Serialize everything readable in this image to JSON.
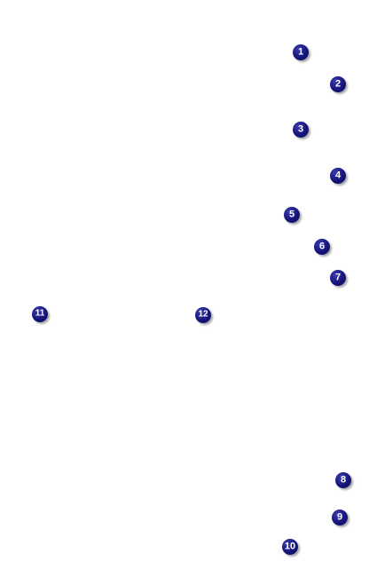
{
  "markers": [
    {
      "id": "marker-1",
      "label": "1"
    },
    {
      "id": "marker-2",
      "label": "2"
    },
    {
      "id": "marker-3",
      "label": "3"
    },
    {
      "id": "marker-4",
      "label": "4"
    },
    {
      "id": "marker-5",
      "label": "5"
    },
    {
      "id": "marker-6",
      "label": "6"
    },
    {
      "id": "marker-7",
      "label": "7"
    },
    {
      "id": "marker-8",
      "label": "8"
    },
    {
      "id": "marker-9",
      "label": "9"
    },
    {
      "id": "marker-10",
      "label": "10"
    },
    {
      "id": "marker-11",
      "label": "11"
    },
    {
      "id": "marker-12",
      "label": "12"
    }
  ],
  "colors": {
    "marker_fill": "#14147a",
    "marker_text": "#ffffff",
    "background": "#ffffff"
  }
}
